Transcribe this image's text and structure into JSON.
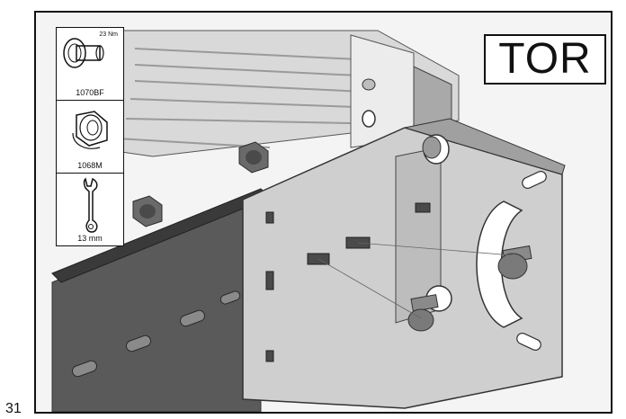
{
  "page": {
    "number": "31"
  },
  "badge": {
    "text": "TOR"
  },
  "parts": [
    {
      "icon": "flange-bolt-icon",
      "code": "1070BF",
      "torque": "23 Nm"
    },
    {
      "icon": "flange-nut-icon",
      "code": "1068M"
    },
    {
      "icon": "wrench-icon",
      "code": "13 mm"
    }
  ],
  "colors": {
    "frame_border": "#111111",
    "metal_light": "#e8e8e8",
    "metal_mid": "#bdbdbd",
    "metal_dark": "#5a5a5a",
    "metal_darkest": "#3a3a3a"
  }
}
